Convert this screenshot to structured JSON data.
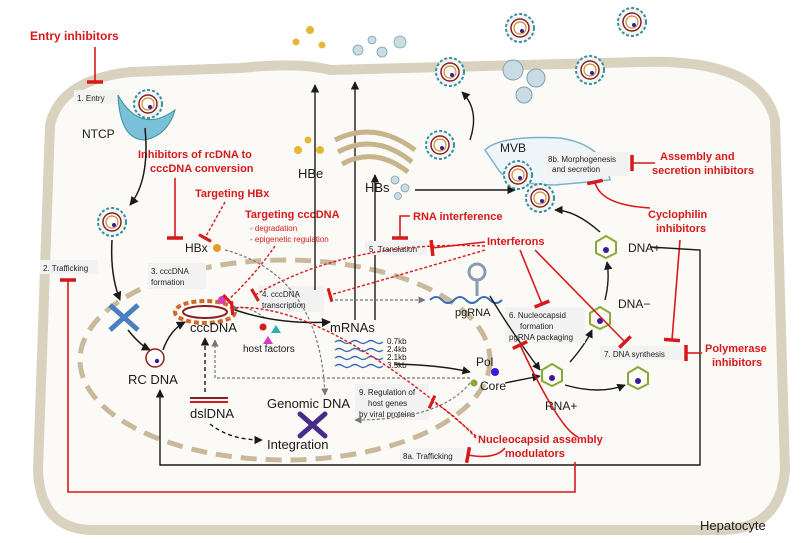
{
  "colors": {
    "inhibitor_red": "#d7191c",
    "membrane": "#d9d2bf",
    "nucleus_dash": "#c9b99a",
    "process_box": "#f2f2f2",
    "virion_teal": "#3a8f9a",
    "core_green": "#8aa83a",
    "dna_purple": "#3b1a9e",
    "ribosome_blue": "#3b6db0"
  },
  "cell": {
    "name": "Hepatocyte",
    "receptor": "NTCP"
  },
  "steps": {
    "entry": "1. Entry",
    "trafficking": "2. Trafficking",
    "ccc_formation_1": "3. cccDNA",
    "ccc_formation_2": "formation",
    "transcription_1": "4. cccDNA",
    "transcription_2": "transcription",
    "translation": "5. Translation",
    "nucleocapsid_1": "6. Nucleocapsid",
    "nucleocapsid_2": "formation",
    "nucleocapsid_3": "pgRNA packaging",
    "dna_synthesis": "7. DNA synthesis",
    "morph_1": "8b. Morphogenesis",
    "morph_2": "and secretion",
    "trafficking_8a": "8a. Trafficking",
    "regulation_1": "9. Regulation of",
    "regulation_2": "host genes",
    "regulation_3": "by viral proteins"
  },
  "molecules": {
    "hbe": "HBe",
    "hbs": "HBs",
    "mvb": "MVB",
    "hbx": "HBx",
    "cccdna": "cccDNA",
    "host_factors": "host factors",
    "mrnas": "mRNAs",
    "pgrna": "pgRNA",
    "transcripts": [
      "0.7kb",
      "2.4kb",
      "2.1kb",
      "3.5kb"
    ],
    "pol": "Pol",
    "core": "Core",
    "rc_dna": "RC DNA",
    "dsldna": "dslDNA",
    "genomic_dna": "Genomic DNA",
    "integration": "Integration",
    "rna_plus": "RNA+",
    "dna_minus": "DNA−",
    "dna_plus": "DNA+"
  },
  "inhibitors": {
    "entry": "Entry inhibitors",
    "rcdna_1": "Inhibitors of rcDNA to",
    "rcdna_2": "cccDNA conversion",
    "hbx": "Targeting HBx",
    "cccdna": "Targeting cccDNA",
    "cccdna_sub1": "- degradation",
    "cccdna_sub2": "- epigenetic regulation",
    "rnai": "RNA interference",
    "interferons": "Interferons",
    "assembly_1": "Assembly and",
    "assembly_2": "secretion inhibitors",
    "cyclophilin_1": "Cyclophilin",
    "cyclophilin_2": "inhibitors",
    "polymerase_1": "Polymerase",
    "polymerase_2": "inhibitors",
    "nucleocapsid_1": "Nucleocapsid assembly",
    "nucleocapsid_2": "modulators"
  }
}
